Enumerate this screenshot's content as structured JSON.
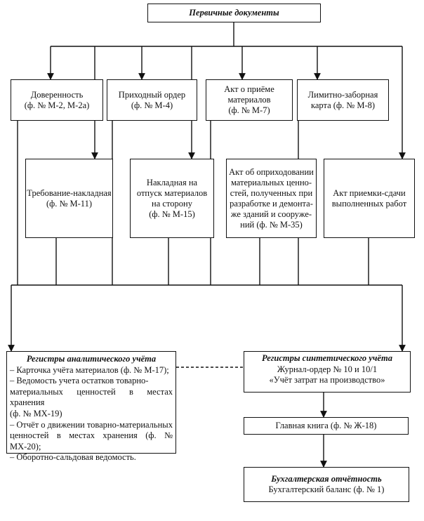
{
  "primary_documents": {
    "title": "Первичные документы"
  },
  "top_row": {
    "power_of_attorney": [
      "Доверенность",
      "(ф. № М-2, М-2а)"
    ],
    "receipt_order": [
      "Приходный ордер",
      "(ф. № М-4)"
    ],
    "acceptance_act": [
      "Акт о приёме",
      "материалов",
      "(ф. № М-7)"
    ],
    "limit_card": [
      "Лимитно-заборная",
      "карта (ф. № М-8)"
    ]
  },
  "second_row": {
    "requisition_invoice": [
      "Требование-накладная",
      "(ф. № М-11)"
    ],
    "external_invoice": [
      "Накладная на",
      "отпуск материалов",
      "на сторону",
      "(ф. № М-15)"
    ],
    "capitalization_act": [
      "Акт об оприходовании",
      "материальных ценно-",
      "стей, полученных при",
      "разработке и демонта-",
      "же зданий и сооруже-",
      "ний (ф. № М-35)"
    ],
    "work_acceptance_act": [
      "Акт приемки-сдачи",
      "выполненных работ"
    ]
  },
  "analytic_registers": {
    "title": "Регистры аналитического учёта",
    "lines": [
      "– Карточка учёта материалов (ф. № М-17);",
      "– Ведомость учета остатков товарно-",
      "материальных ценностей в местах хранения",
      "(ф. № МХ-19)",
      "– Отчёт о движении товарно-материальных",
      "ценностей в местах хранения (ф. № МХ-20);",
      "– Оборотно-сальдовая ведомость."
    ]
  },
  "synthetic_registers": {
    "title": "Регистры синтетического учёта",
    "lines": [
      "Журнал-ордер № 10 и 10/1",
      "«Учёт затрат на производство»"
    ]
  },
  "general_ledger": {
    "label": "Главная книга (ф. № Ж-18)"
  },
  "financial_reporting": {
    "title": "Бухгалтерская отчётность",
    "line": "Бухгалтерский баланс (ф. № 1)"
  },
  "colors": {
    "line": "#111111",
    "background": "#ffffff"
  }
}
